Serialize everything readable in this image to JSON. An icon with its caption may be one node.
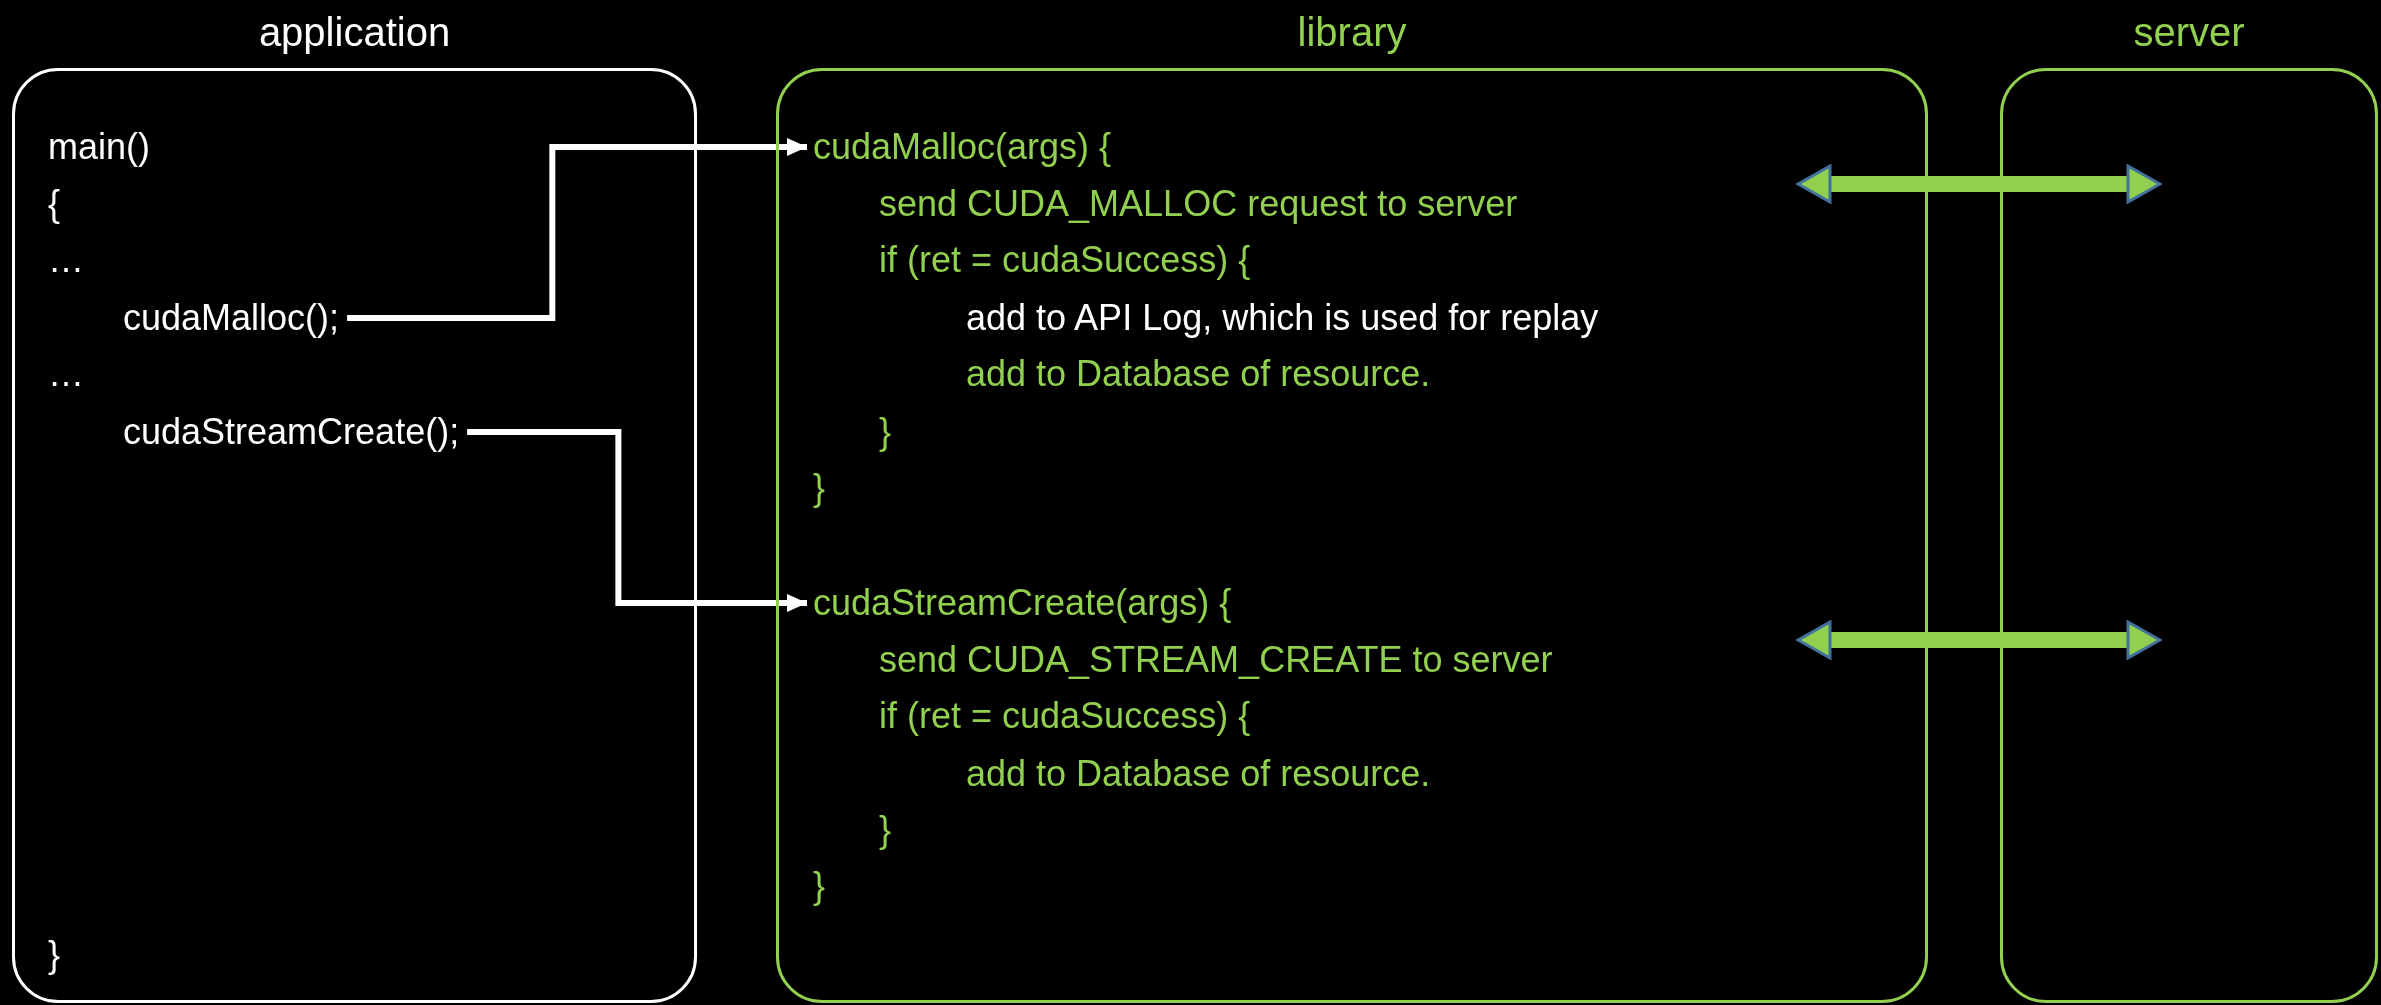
{
  "diagram": {
    "nodes": [
      {
        "text": [
          "application"
        ]
      },
      {
        "text": [
          "main()"
        ],
        "in": 0
      },
      {
        "text": [
          "{"
        ],
        "in": 0
      },
      {
        "text": [
          "…"
        ],
        "in": 0
      },
      {
        "text": [
          "cudaMalloc();"
        ],
        "in": 0
      },
      {
        "text": [
          "…"
        ],
        "in": 0
      },
      {
        "text": [
          "cudaStreamCreate();"
        ],
        "in": 0
      },
      {
        "text": [
          "}"
        ],
        "in": 0
      },
      {
        "text": [
          "library"
        ]
      },
      {
        "text": [
          "cudaMalloc(args) {"
        ],
        "in": 8
      },
      {
        "text": [
          "send CUDA_MALLOC request to server"
        ],
        "in": 8
      },
      {
        "text": [
          "if (ret = cudaSuccess) {"
        ],
        "in": 8
      },
      {
        "text": [
          "add to API Log, which is used for replay"
        ],
        "in": 8
      },
      {
        "text": [
          "add to Database of resource."
        ],
        "in": 8
      },
      {
        "text": [
          "}"
        ],
        "in": 8
      },
      {
        "text": [
          "}"
        ],
        "in": 8
      },
      {
        "text": [
          "cudaStreamCreate(args) {"
        ],
        "in": 8
      },
      {
        "text": [
          "send CUDA_STREAM_CREATE to server"
        ],
        "in": 8
      },
      {
        "text": [
          "if (ret = cudaSuccess) {"
        ],
        "in": 8
      },
      {
        "text": [
          "add to Database of resource."
        ],
        "in": 8
      },
      {
        "text": [
          "}"
        ],
        "in": 8
      },
      {
        "text": [
          "}"
        ],
        "in": 8
      },
      {
        "text": [
          "server"
        ]
      }
    ],
    "edges": [
      {
        "from": 4,
        "to": 9,
        "arrow": "to"
      },
      {
        "from": 6,
        "to": 16,
        "arrow": "to"
      },
      {
        "from": 8,
        "to": 22,
        "arrow": "both",
        "style": "thick",
        "color": "#92d050"
      },
      {
        "from": 8,
        "to": 22,
        "arrow": "both",
        "style": "thick",
        "color": "#92d050"
      }
    ]
  }
}
